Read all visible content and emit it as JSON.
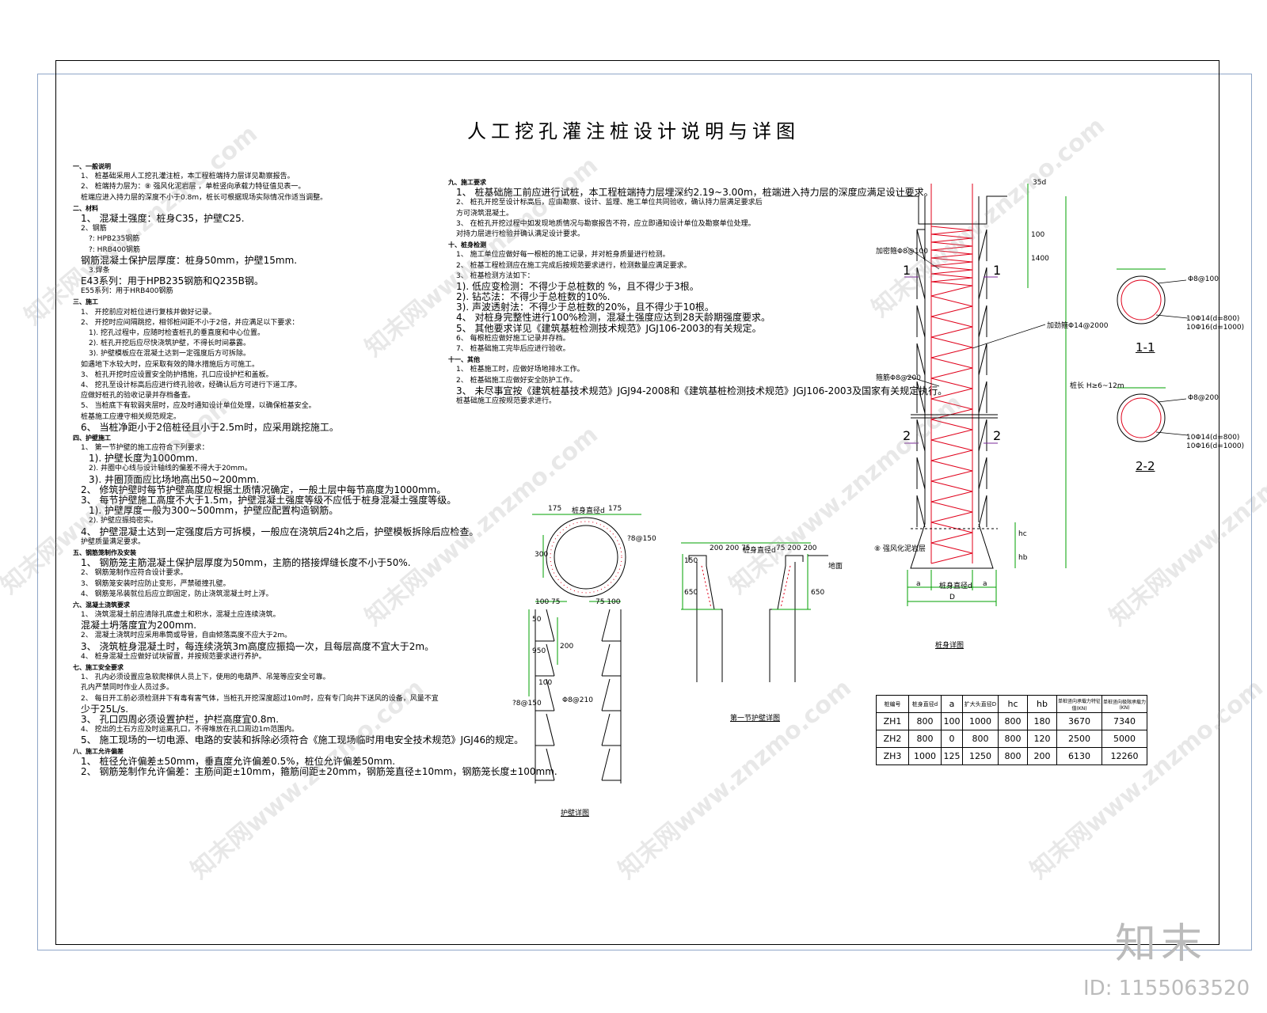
{
  "title": "人工挖孔灌注桩设计说明与详图",
  "left_notes": [
    {
      "t": "一、一般说明",
      "c": "h"
    },
    {
      "t": "1、 桩基础采用人工挖孔灌注桩，本工程桩端持力层详见勘察报告。",
      "c": "i1"
    },
    {
      "t": "2、 桩端持力层为：⑧ 强风化泥岩层                    ，单桩竖向承载力特征值见表一。",
      "c": "i1"
    },
    {
      "t": "桩端应进入持力层的深度不小于0.8m，桩长可根据现场实际情况作适当调整。",
      "c": "i1"
    },
    {
      "t": "二、材料",
      "c": "h"
    },
    {
      "t": "1、 混凝土强度：桩身C35，护壁C25.",
      "c": "i1 big"
    },
    {
      "t": "2、钢筋",
      "c": "i1"
    },
    {
      "t": "?:                    HPB235钢筋",
      "c": "i2"
    },
    {
      "t": "?:                    HRB400钢筋",
      "c": "i2"
    },
    {
      "t": "钢筋混凝土保护层厚度：桩身50mm，护壁15mm.",
      "c": "i1 big"
    },
    {
      "t": "3.焊条",
      "c": "i2"
    },
    {
      "t": "E43系列：用于HPB235钢筋和Q235B钢。",
      "c": "i1 big"
    },
    {
      "t": "E55系列：用于HRB400钢筋",
      "c": "i1"
    },
    {
      "t": "三、施工",
      "c": "h"
    },
    {
      "t": "1、 开挖前应对桩位进行复核并做好记录。",
      "c": "i1"
    },
    {
      "t": "2、 开挖时应间隔跳挖，相邻桩间距不小于2倍，并应满足以下要求：",
      "c": "i1"
    },
    {
      "t": "1). 挖孔过程中，应随时检查桩孔的垂直度和中心位置。",
      "c": "i2"
    },
    {
      "t": "2). 桩孔开挖后应尽快浇筑护壁，不得长时间暴露。",
      "c": "i2"
    },
    {
      "t": "3). 护壁模板应在混凝土达到一定强度后方可拆除。",
      "c": "i2"
    },
    {
      "t": "如遇地下水较大时，应采取有效的降水措施后方可施工。",
      "c": "i1"
    },
    {
      "t": "3、 桩孔开挖时应设置安全防护措施，孔口应设护栏和盖板。",
      "c": "i1"
    },
    {
      "t": "4、 挖孔至设计标高后应进行终孔验收，经确认后方可进行下道工序。",
      "c": "i1"
    },
    {
      "t": "应做好桩孔的验收记录并存档备查。",
      "c": "i1"
    },
    {
      "t": "5、 当桩底下有软弱夹层时，应及时通知设计单位处理，以确保桩基安全。",
      "c": "i1"
    },
    {
      "t": "桩基施工应遵守相关规范规定。",
      "c": "i1"
    },
    {
      "t": "6、 当桩净距小于2倍桩径且小于2.5m时，应采用跳挖施工。",
      "c": "i1 big"
    },
    {
      "t": "四、护壁施工",
      "c": "h"
    },
    {
      "t": "1、 第一节护壁的施工应符合下列要求：",
      "c": "i1"
    },
    {
      "t": "1). 护壁长度为1000mm.",
      "c": "i2 big"
    },
    {
      "t": "2). 井圈中心线与设计轴线的偏差不得大于20mm。",
      "c": "i2"
    },
    {
      "t": "3). 井圈顶面应比场地高出50~200mm.",
      "c": "i2 big"
    },
    {
      "t": "2、 修筑护壁时每节护壁高度应根据土质情况确定，一般土层中每节高度为1000mm。",
      "c": "i1 big"
    },
    {
      "t": "3、 每节护壁施工高度不大于1.5m，护壁混凝土强度等级不应低于桩身混凝土强度等级。",
      "c": "i1 big"
    },
    {
      "t": "1). 护壁厚度一般为300~500mm，护壁应配置构造钢筋。",
      "c": "i2 big"
    },
    {
      "t": "2). 护壁应振捣密实。",
      "c": "i2"
    },
    {
      "t": "4、 护壁混凝土达到一定强度后方可拆模，一般应在浇筑后24h之后，护壁模板拆除后应检查。",
      "c": "i1 big"
    },
    {
      "t": "护壁质量满足要求。",
      "c": "i1"
    },
    {
      "t": "五、钢筋笼制作及安装",
      "c": "h"
    },
    {
      "t": "1、 钢筋笼主筋混凝土保护层厚度为50mm，主筋的搭接焊缝长度不小于50%.",
      "c": "i1 big"
    },
    {
      "t": "2、 钢筋笼制作应符合设计要求。",
      "c": "i1"
    },
    {
      "t": "3、 钢筋笼安装时应防止变形，严禁碰撞孔壁。",
      "c": "i1"
    },
    {
      "t": "4、 钢筋笼吊装就位后应立即固定，防止浇筑混凝土时上浮。",
      "c": "i1"
    },
    {
      "t": "六、混凝土浇筑要求",
      "c": "h"
    },
    {
      "t": "1、 浇筑混凝土前应清除孔底虚土和积水，混凝土应连续浇筑。",
      "c": "i1"
    },
    {
      "t": "混凝土坍落度宜为200mm.",
      "c": "i1 big"
    },
    {
      "t": "2、 混凝土浇筑时应采用串筒或导管，自由倾落高度不应大于2m。",
      "c": "i1"
    },
    {
      "t": "3、 浇筑桩身混凝土时，每连续浇筑3m高度应振捣一次，且每层高度不宜大于2m。",
      "c": "i1 big"
    },
    {
      "t": "4、 桩身混凝土应做好试块留置，并按规范要求进行养护。",
      "c": "i1"
    },
    {
      "t": "七、施工安全要求",
      "c": "h"
    },
    {
      "t": "1、 孔内必须设置应急软爬梯供人员上下，使用的电葫芦、吊笼等应安全可靠。",
      "c": "i1"
    },
    {
      "t": "孔内严禁同时作业人员过多。",
      "c": "i1"
    },
    {
      "t": "2、 每日开工前必须检测井下有毒有害气体，当桩孔开挖深度超过10m时，应有专门向井下送风的设备，风量不宜",
      "c": "i1"
    },
    {
      "t": "少于25L/s.",
      "c": "i1 big"
    },
    {
      "t": "3、 孔口四周必须设置护栏，护栏高度宜0.8m.",
      "c": "i1 big"
    },
    {
      "t": "4、 挖出的土石方应及时运离孔口，不得堆放在孔口周边1m范围内。",
      "c": "i1"
    },
    {
      "t": "5、 施工现场的一切电源、电路的安装和拆除必须符合《施工现场临时用电安全技术规范》JGJ46的规定。",
      "c": "i1 big"
    },
    {
      "t": "八、施工允许偏差",
      "c": "h"
    },
    {
      "t": "1、 桩径允许偏差±50mm，垂直度允许偏差0.5%，桩位允许偏差50mm.",
      "c": "i1 big"
    },
    {
      "t": "2、 钢筋笼制作允许偏差：主筋间距±10mm，箍筋间距±20mm，钢筋笼直径±10mm，钢筋笼长度±100mm.",
      "c": "i1 big"
    }
  ],
  "mid_notes": [
    {
      "t": "九、施工要求",
      "c": "h"
    },
    {
      "t": "1、 桩基础施工前应进行试桩，本工程桩端持力层埋深约2.19~3.00m，桩端进入持力层的深度应满足设计要求。",
      "c": "i1 big"
    },
    {
      "t": "2、 桩孔开挖至设计标高后，应由勘察、设计、监理、施工单位共同验收，确认持力层满足要求后",
      "c": "i1"
    },
    {
      "t": "方可浇筑混凝土。",
      "c": "i1"
    },
    {
      "t": "3、 在桩孔开挖过程中如发现地质情况与勘察报告不符，应立即通知设计单位及勘察单位处理。",
      "c": "i1"
    },
    {
      "t": "对持力层进行检验并确认满足设计要求。",
      "c": "i1"
    },
    {
      "t": "十、桩身检测",
      "c": "h"
    },
    {
      "t": "1、 施工单位应做好每一根桩的施工记录，并对桩身质量进行检测。",
      "c": "i1"
    },
    {
      "t": "2、 桩基工程检测应在施工完成后按规范要求进行，检测数量应满足要求。",
      "c": "i1"
    },
    {
      "t": "3、 桩基检测方法如下：",
      "c": "i1"
    },
    {
      "t": "1). 低应变检测：不得少于总桩数的 %，且不得少于3根。",
      "c": "i1 big"
    },
    {
      "t": "2). 钻芯法：不得少于总桩数的10%.",
      "c": "i1 big"
    },
    {
      "t": "3). 声波透射法：不得少于总桩数的20%，且不得少于10根。",
      "c": "i1 big"
    },
    {
      "t": "4、 对桩身完整性进行100%检测，混凝土强度应达到28天龄期强度要求。",
      "c": "i1 big"
    },
    {
      "t": "5、 其他要求详见《建筑基桩检测技术规范》JGJ106-2003的有关规定。",
      "c": "i1 big"
    },
    {
      "t": "6、 每根桩应做好施工记录并存档。",
      "c": "i1"
    },
    {
      "t": "7、 桩基础施工完毕后应进行验收。",
      "c": "i1"
    },
    {
      "t": "十一、其他",
      "c": "h"
    },
    {
      "t": "1、 桩基施工时，应做好场地排水工作。",
      "c": "i1"
    },
    {
      "t": "2、 桩基础施工应做好安全防护工作。",
      "c": "i1"
    },
    {
      "t": "3、 未尽事宜按《建筑桩基技术规范》JGJ94-2008和《建筑基桩检测技术规范》JGJ106-2003及国家有关规定执行。",
      "c": "i1 big"
    },
    {
      "t": "桩基础施工应按规范要求进行。",
      "c": "i1"
    }
  ],
  "labels": {
    "sec1_left": "1",
    "sec1_right": "1",
    "sec2_left": "2",
    "sec2_right": "2",
    "sec11": "1-1",
    "sec22": "2-2",
    "hoop_top": "加密箍Φ8@100",
    "hoop_mid": "箍筋Φ8@200",
    "stiff": "加劲箍Φ14@2000",
    "c1_tag": "Φ8@100",
    "c2_tag": "Φ8@200",
    "c1_bars1": "10Φ14(d=800)",
    "c1_bars2": "10Φ16(d=1000)",
    "c2_bars1": "10Φ14(d=800)",
    "c2_bars2": "10Φ16(d=1000)",
    "dim_35d": "35d",
    "dim_100": "100",
    "dim_1400": "1400",
    "dim_long": "桩长 H≥6~12m",
    "dim_hc": "hc",
    "dim_hb": "hb",
    "dim_a_l": "a",
    "dim_a_r": "a",
    "dim_D": "D",
    "dim_d": "桩身直径d",
    "layer": "⑧ 强风化泥岩层",
    "pile_caption": "桩身详图",
    "ring_175l": "175",
    "ring_175r": "175",
    "ring_d": "桩身直径d",
    "ring_300": "300",
    "ring_tag": "?8@150",
    "wall_100_75_l": "100 75",
    "wall_75_100_r": "75 100",
    "wall_50": "50",
    "wall_950": "950",
    "wall_200": "200",
    "wall_100": "100",
    "wall_tag1": "?8@150",
    "wall_tag2": "Φ8@210",
    "wall_caption": "护壁详图",
    "first_dims_l": "200 200  75",
    "first_d": "桩身直径d",
    "first_dims_r": "75  200 200",
    "first_150": "150",
    "first_650": "650",
    "first_650r": "650",
    "first_ground": "地面",
    "first_caption": "第一节护壁详图"
  },
  "table": {
    "headers": [
      "桩编号",
      "桩身直径d",
      "a",
      "扩大头直径D",
      "hc",
      "hb",
      "单桩竖向承载力特征值(KN)",
      "单桩竖向极限承载力(KN)"
    ],
    "rows": [
      [
        "ZH1",
        "800",
        "100",
        "1000",
        "800",
        "180",
        "3670",
        "7340"
      ],
      [
        "ZH2",
        "800",
        "0",
        "800",
        "800",
        "120",
        "2500",
        "5000"
      ],
      [
        "ZH3",
        "1000",
        "125",
        "1250",
        "800",
        "200",
        "6130",
        "12260"
      ]
    ]
  },
  "branding": {
    "logo": "知末",
    "id": "ID: 1155063520",
    "watermark": "知末网www.znzmo.com"
  },
  "colors": {
    "rebar": "#e0001a",
    "dimension": "#00a000",
    "section": "#7a2a9a",
    "frame": "#8fa6c8"
  }
}
